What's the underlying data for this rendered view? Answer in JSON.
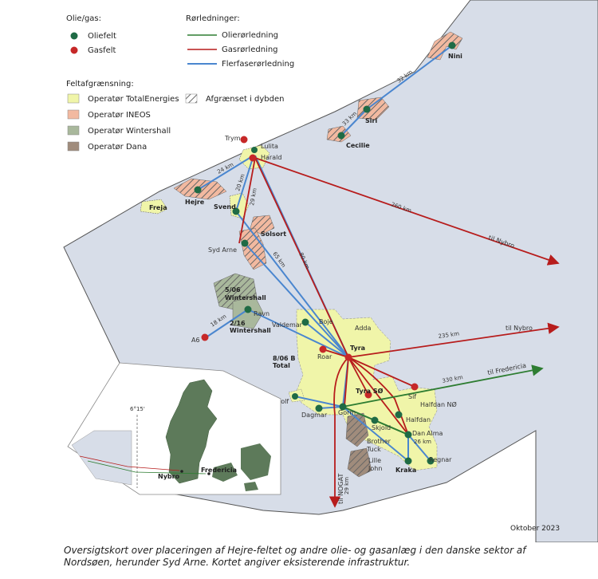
{
  "legend": {
    "olie_gas_title": "Olie/gas:",
    "oliefelt": "Oliefelt",
    "gasfelt": "Gasfelt",
    "pipelines_title": "Rørledninger:",
    "oil_pipe": "Olierørledning",
    "gas_pipe": "Gasrørledning",
    "multi_pipe": "Flerfaserørledning",
    "boundary_title": "Feltafgrænsning:",
    "op_total": "Operatør TotalEnergies",
    "op_ineos": "Operatør INEOS",
    "op_wintershall": "Operatør Wintershall",
    "op_dana": "Operatør Dana",
    "depth": "Afgrænset i dybden"
  },
  "colors": {
    "sea": "#d7dde8",
    "total": "#f0f5a9",
    "ineos": "#f2b9a0",
    "wintershall": "#a9b89c",
    "dana": "#a08c7c",
    "oil_pipe": "#2e7d32",
    "gas_pipe": "#b71c1c",
    "multi_pipe": "#4a86cf",
    "oilfield": "#1f6b45",
    "gasfield": "#c62828",
    "land": "#5d7a5a"
  },
  "fields": {
    "nini": "Nini",
    "siri": "Siri",
    "cecilie": "Cecilie",
    "trym": "Trym",
    "lulita": "Lulita",
    "harald": "Harald",
    "freja": "Freja",
    "hejre": "Hejre",
    "svend": "Svend",
    "solsort": "Solsort",
    "syd_arne": "Syd Arne",
    "f506": "5/06",
    "f506b": "Wintershall",
    "f210": "2/16",
    "f210b": "Wintershall",
    "a6": "A6",
    "valdemar": "Valdemar",
    "boje": "Boje",
    "adda": "Adda",
    "roar": "Roar",
    "tyra": "Tyra",
    "f806": "8/06 B",
    "f806b": "Total",
    "tyra_so": "Tyra SØ",
    "rolf": "Rolf",
    "dagmar": "Dagmar",
    "gorm": "Gorm",
    "skjold": "Skjold",
    "sif": "Sif",
    "halfdan_no": "Halfdan NØ",
    "halfdan": "Halfdan",
    "dan": "Dan",
    "alma": "Alma",
    "brother": "Brother",
    "tuck": "Tuck",
    "lille": "Lille",
    "john": "John",
    "kraka": "Kraka",
    "regnar": "Regnar",
    "ravn": "Ravn"
  },
  "distances": {
    "d32": "32 km",
    "d33": "33 km",
    "d24": "24 km",
    "d20": "20 km",
    "d29": "29 km",
    "d260": "260 km",
    "d65": "65 km",
    "d80": "80 km",
    "d18": "18 km",
    "d235": "235 km",
    "d330": "330 km",
    "d26": "26 km",
    "d29b": "29 km"
  },
  "directions": {
    "nybro1": "til Nybro",
    "nybro2": "til Nybro",
    "fredericia": "til Fredericia",
    "nogat": "til NOGAT"
  },
  "inset": {
    "lon": "6°15'",
    "nybro": "Nybro",
    "fredericia": "Fredericia"
  },
  "date": "Oktober 2023",
  "caption": "Oversigtskort over placeringen af Hejre-feltet og andre olie- og gasanlæg i den danske sektor af Nordsøen, herunder Syd Arne. Kortet angiver eksisterende infrastruktur."
}
